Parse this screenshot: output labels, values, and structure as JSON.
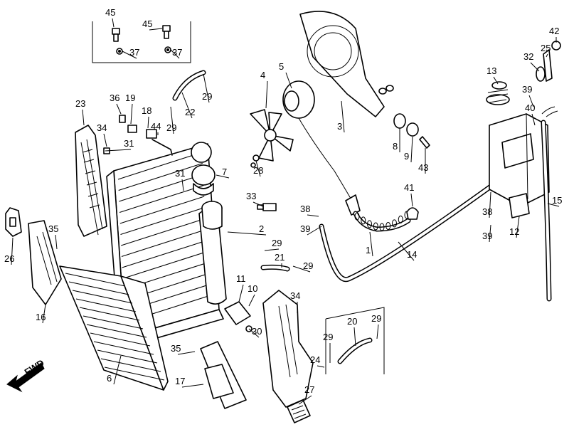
{
  "fwd_label": "FWD",
  "callouts": [
    {
      "id": "c45a",
      "text": "45"
    },
    {
      "id": "c37a",
      "text": "37"
    },
    {
      "id": "c45b",
      "text": "45"
    },
    {
      "id": "c37b",
      "text": "37"
    },
    {
      "id": "c29a",
      "text": "29"
    },
    {
      "id": "c22",
      "text": "22"
    },
    {
      "id": "c29b",
      "text": "29"
    },
    {
      "id": "c23",
      "text": "23"
    },
    {
      "id": "c36",
      "text": "36"
    },
    {
      "id": "c19",
      "text": "19"
    },
    {
      "id": "c18",
      "text": "18"
    },
    {
      "id": "c34a",
      "text": "34"
    },
    {
      "id": "c31a",
      "text": "31"
    },
    {
      "id": "c44",
      "text": "44"
    },
    {
      "id": "c4",
      "text": "4"
    },
    {
      "id": "c5",
      "text": "5"
    },
    {
      "id": "c3",
      "text": "3"
    },
    {
      "id": "c42",
      "text": "42"
    },
    {
      "id": "c25",
      "text": "25"
    },
    {
      "id": "c32",
      "text": "32"
    },
    {
      "id": "c13",
      "text": "13"
    },
    {
      "id": "c39a",
      "text": "39"
    },
    {
      "id": "c40",
      "text": "40"
    },
    {
      "id": "c8",
      "text": "8"
    },
    {
      "id": "c9",
      "text": "9"
    },
    {
      "id": "c43",
      "text": "43"
    },
    {
      "id": "c7",
      "text": "7"
    },
    {
      "id": "c31b",
      "text": "31"
    },
    {
      "id": "c28",
      "text": "28"
    },
    {
      "id": "c33",
      "text": "33"
    },
    {
      "id": "c41",
      "text": "41"
    },
    {
      "id": "c38a",
      "text": "38"
    },
    {
      "id": "c39b",
      "text": "39"
    },
    {
      "id": "c38b",
      "text": "38"
    },
    {
      "id": "c39c",
      "text": "39"
    },
    {
      "id": "c12",
      "text": "12"
    },
    {
      "id": "c15",
      "text": "15"
    },
    {
      "id": "c2",
      "text": "2"
    },
    {
      "id": "c1",
      "text": "1"
    },
    {
      "id": "c14",
      "text": "14"
    },
    {
      "id": "c26",
      "text": "26"
    },
    {
      "id": "c35a",
      "text": "35"
    },
    {
      "id": "c16",
      "text": "16"
    },
    {
      "id": "c29c",
      "text": "29"
    },
    {
      "id": "c21",
      "text": "21"
    },
    {
      "id": "c29d",
      "text": "29"
    },
    {
      "id": "c11",
      "text": "11"
    },
    {
      "id": "c10",
      "text": "10"
    },
    {
      "id": "c34b",
      "text": "34"
    },
    {
      "id": "c30",
      "text": "30"
    },
    {
      "id": "c20",
      "text": "20"
    },
    {
      "id": "c29e",
      "text": "29"
    },
    {
      "id": "c29f",
      "text": "29"
    },
    {
      "id": "c24",
      "text": "24"
    },
    {
      "id": "c35b",
      "text": "35"
    },
    {
      "id": "c6",
      "text": "6"
    },
    {
      "id": "c17",
      "text": "17"
    },
    {
      "id": "c27",
      "text": "27"
    }
  ]
}
